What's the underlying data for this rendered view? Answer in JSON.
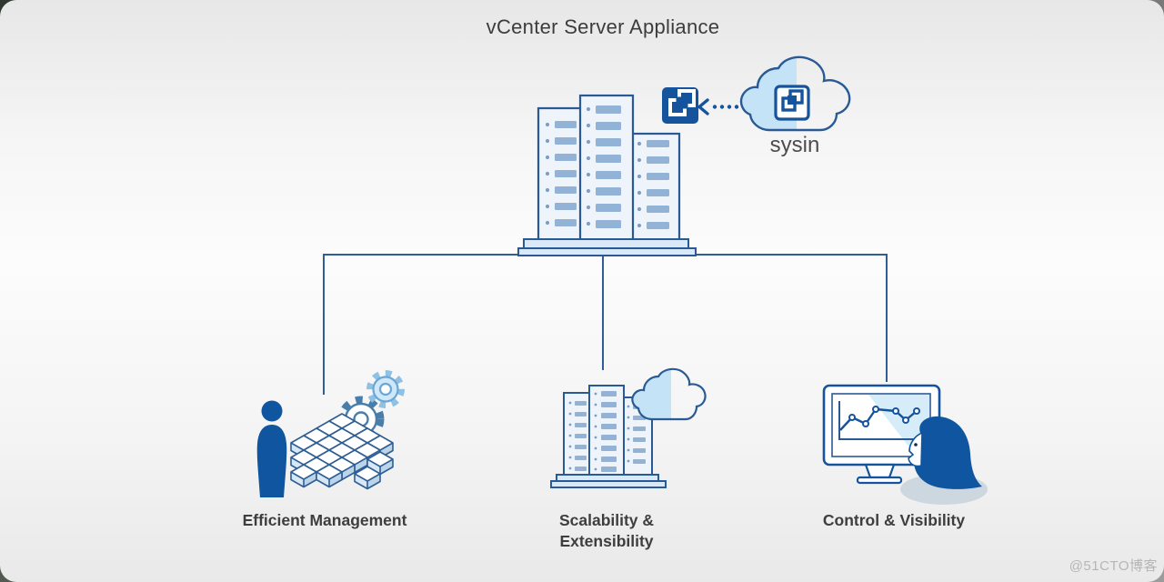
{
  "title": "vCenter Server Appliance",
  "cloud": {
    "label": "sysin",
    "icon": "vsphere-logo-in-cloud-icon"
  },
  "appliance": {
    "icon": "server-building-icon",
    "connection": "dotted-double-arrow-to-cloud"
  },
  "features": [
    {
      "id": "efficient-management",
      "label_lines": [
        "Efficient Management"
      ],
      "icon": "admin-user-cubes-gears-icon"
    },
    {
      "id": "scalability-extensibility",
      "label_lines": [
        "Scalability &",
        "Extensibility"
      ],
      "icon": "building-with-cloud-icon"
    },
    {
      "id": "control-visibility",
      "label_lines": [
        "Control & Visibility"
      ],
      "icon": "monitor-chart-viewer-icon"
    }
  ],
  "watermark": "@51CTO博客",
  "colors": {
    "brand_blue": "#15549c",
    "outline_blue": "#2e5e94",
    "solid_person_blue": "#0f55a0",
    "light_blue_fill": "#c5e3f6",
    "pale_tower_fill": "#eef4fa",
    "window_blue": "#92b2d6",
    "window_dot_blue": "#7d9fc7",
    "screen_highlight": "#d6ecf9",
    "shadow_gray": "#ccd7e0",
    "text_dark": "#3e3e3e",
    "watermark_gray": "#a9a9a9"
  }
}
